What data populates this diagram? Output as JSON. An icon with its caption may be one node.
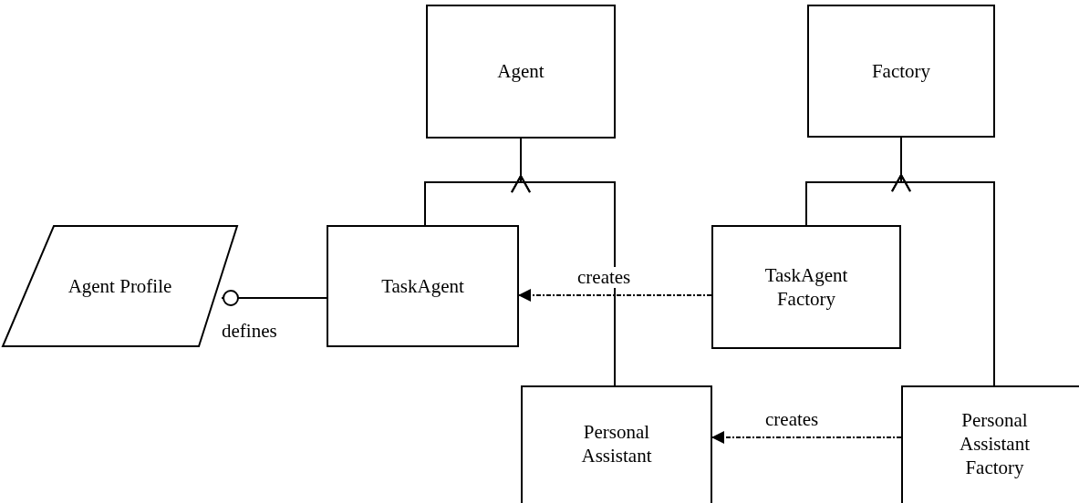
{
  "diagram": {
    "nodes": [
      {
        "text": [
          "Agent"
        ]
      },
      {
        "text": [
          "Factory"
        ]
      },
      {
        "text": [
          "Agent Profile"
        ]
      },
      {
        "text": [
          "TaskAgent"
        ]
      },
      {
        "text": [
          "TaskAgent Factory"
        ]
      },
      {
        "text": [
          "Personal Assistant"
        ]
      },
      {
        "text": [
          "Personal Assistant Factory"
        ]
      }
    ],
    "edges": [
      {
        "from": 3,
        "to": 0,
        "arrow": "to"
      },
      {
        "from": 5,
        "to": 0,
        "arrow": "to"
      },
      {
        "from": 4,
        "to": 1,
        "arrow": "to"
      },
      {
        "from": 6,
        "to": 1,
        "arrow": "to"
      },
      {
        "from": 2,
        "to": 3,
        "arrow": "other",
        "label": "defines"
      },
      {
        "from": 4,
        "to": 3,
        "arrow": "to",
        "label": "creates",
        "style": "dashed"
      },
      {
        "from": 6,
        "to": 5,
        "arrow": "to",
        "label": "creates",
        "style": "dashed"
      }
    ]
  }
}
